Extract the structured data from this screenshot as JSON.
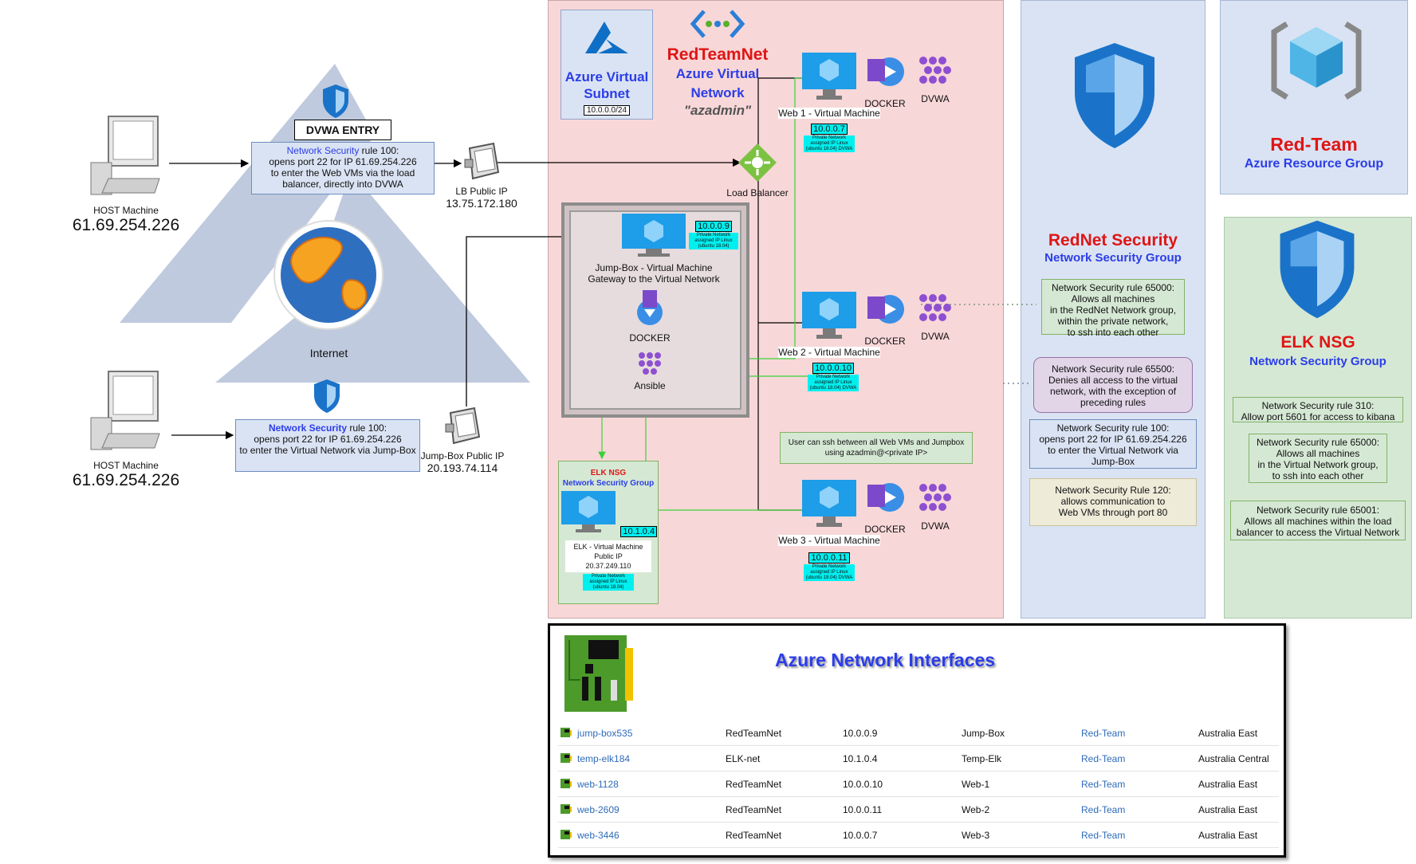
{
  "host_top": {
    "label": "HOST Machine",
    "ip": "61.69.254.226"
  },
  "host_bottom": {
    "label": "HOST Machine",
    "ip": "61.69.254.226"
  },
  "dvwa_entry": {
    "title": "DVWA ENTRY",
    "rule_prefix": "Network Security",
    "rule_text": "rule 100:\nopens port 22 for IP 61.69.254.226\nto enter the Web VMs via the load balancer, directly into DVWA"
  },
  "jump_rule": {
    "rule_prefix": "Network Security",
    "rule_text": "rule 100:\nopens port 22 for IP 61.69.254.226\nto enter the Virtual Network via Jump-Box"
  },
  "internet_label": "Internet",
  "lb_public": {
    "label": "LB Public IP",
    "ip": "13.75.172.180"
  },
  "jump_public": {
    "label": "Jump-Box Public IP",
    "ip": "20.193.74.114"
  },
  "subnet": {
    "title": "Azure Virtual Subnet",
    "cidr": "10.0.0.0/24"
  },
  "vnet": {
    "name": "RedTeamNet",
    "type": "Azure Virtual Network",
    "admin": "\"azadmin\""
  },
  "load_balancer": "Load Balancer",
  "jumpbox": {
    "ip": "10.0.0.9",
    "note": "Private Network assigned IP Linux (ubuntu 18.04)",
    "title": "Jump-Box - Virtual Machine",
    "subtitle": "Gateway to the Virtual Network",
    "docker": "DOCKER",
    "ansible": "Ansible"
  },
  "web1": {
    "title": "Web 1 - Virtual Machine",
    "ip": "10.0.0.7",
    "note": "Private Network assigned IP Linux (ubuntu 18.04) DVWA",
    "docker": "DOCKER",
    "dvwa": "DVWA"
  },
  "web2": {
    "title": "Web 2 - Virtual Machine",
    "ip": "10.0.0.10",
    "note": "Private Network assigned IP Linux (ubuntu 18.04) DVWA",
    "docker": "DOCKER",
    "dvwa": "DVWA"
  },
  "web3": {
    "title": "Web 3 - Virtual Machine",
    "ip": "10.0.0.11",
    "note": "Private Network assigned IP Linux (ubuntu 18.04) DVWA",
    "docker": "DOCKER",
    "dvwa": "DVWA"
  },
  "ssh_note": "User can ssh between all Web VMs and Jumpbox using azadmin@<private IP>",
  "elk_box": {
    "title": "ELK NSG",
    "subtitle": "Network Security Group",
    "ip": "10.1.0.4",
    "vm": "ELK - Virtual Machine",
    "public_label": "Public IP",
    "public_ip": "20.37.249.110",
    "note": "Private Network assigned IP Linux (ubuntu 18.04)"
  },
  "rednet": {
    "title": "RedNet Security",
    "subtitle": "Network Security Group",
    "rules": [
      "Network Security rule 65000:\nAllows all machines\nin the  RedNet Network group,\nwithin the private network,\nto ssh into each other",
      "Network Security rule 65500:\nDenies all access to the virtual network, with the exception of preceding rules",
      "Network Security rule 100:\nopens port 22 for IP 61.69.254.226\nto enter the Virtual Network via Jump-Box",
      "Network Security Rule 120:\nallows communication to\nWeb VMs through port 80"
    ]
  },
  "red_team": {
    "title": "Red-Team",
    "subtitle": "Azure Resource Group"
  },
  "elk_nsg": {
    "title": "ELK NSG",
    "subtitle": "Network Security Group",
    "rules": [
      "Network Security rule 310:\nAllow port 5601 for access to kibana",
      "Network Security rule 65000:\nAllows all machines\nin the Virtual Network group,\nto ssh into each other",
      "Network Security rule 65001:\nAllows all machines within the load balancer to access the Virtual Network"
    ]
  },
  "nic": {
    "title": "Azure Network Interfaces",
    "rows": [
      {
        "name": "jump-box535",
        "vnet": "RedTeamNet",
        "ip": "10.0.0.9",
        "vm": "Jump-Box",
        "rg": "Red-Team",
        "region": "Australia East"
      },
      {
        "name": "temp-elk184",
        "vnet": "ELK-net",
        "ip": "10.1.0.4",
        "vm": "Temp-Elk",
        "rg": "Red-Team",
        "region": "Australia Central"
      },
      {
        "name": "web-1128",
        "vnet": "RedTeamNet",
        "ip": "10.0.0.10",
        "vm": "Web-1",
        "rg": "Red-Team",
        "region": "Australia East"
      },
      {
        "name": "web-2609",
        "vnet": "RedTeamNet",
        "ip": "10.0.0.11",
        "vm": "Web-2",
        "rg": "Red-Team",
        "region": "Australia East"
      },
      {
        "name": "web-3446",
        "vnet": "RedTeamNet",
        "ip": "10.0.0.7",
        "vm": "Web-3",
        "rg": "Red-Team",
        "region": "Australia East"
      }
    ]
  },
  "colors": {
    "vnet_bg": "#f8d7d8",
    "nsg_blue_bg": "#dae3f3",
    "nsg_green_bg": "#d5e8d4",
    "azure_blue": "#0f78d4",
    "cyan": "#00f0f0"
  }
}
